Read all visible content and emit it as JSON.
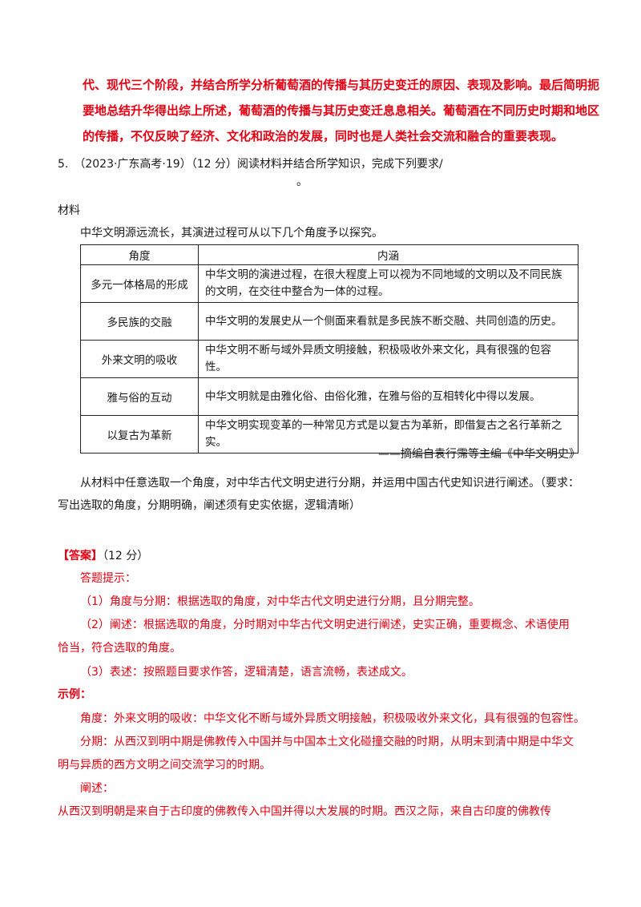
{
  "intro_lines": [
    "代、现代三个阶段，并结合所学分析葡萄酒的传播与其历史变迁的原因、表现及影响。最后简明扼",
    "要地总结升华得出综上所述，葡萄酒的传播与其历史变迁息息相关。葡萄酒在不同历史时期和地区",
    "的传播，不仅反映了经济、文化和政治的发展，同时也是人类社会交流和融合的重要表现。"
  ],
  "question": {
    "line": "5.　（2023·广东高考·19）（12 分）阅读材料并结合所学知识，完成下列要求/",
    "dot": "。"
  },
  "material": {
    "label": "材料",
    "intro": "中华文明源远流长，其演进过程可从以下几个角度予以探究。",
    "table": {
      "headers": [
        "角度",
        "内涵"
      ],
      "rows": [
        {
          "angle": "多元一体格局的形成",
          "content": "中华文明的演进过程，在很大程度上可以视为不同地域的文明以及不同民族的文明，在交往中整合为一体的过程。"
        },
        {
          "angle": "多民族的交融",
          "content": "中华文明的发展史从一个侧面来看就是多民族不断交融、共同创造的历史。"
        },
        {
          "angle": "外来文明的吸收",
          "content": "中华文明不断与域外异质文明接触，积极吸收外来文化，具有很强的包容性。"
        },
        {
          "angle": "雅与俗的互动",
          "content": "中华文明就是由雅化俗、由俗化雅，在雅与俗的互相转化中得以发展。"
        },
        {
          "angle": "以复古为革新",
          "content": "中华文明实现变革的一种常见方式是以复古为革新，即借复古之名行革新之实。"
        }
      ]
    },
    "source": "——摘编自袁行霈等主编《中华文明史》"
  },
  "task": {
    "line1": "从材料中任意选取一个角度，对中华古代文明史进行分期，并运用中国古代史知识进行阐述。（要求：",
    "line2": "写出选取的角度，分期明确，阐述须有史实依据，逻辑清晰）"
  },
  "answer": {
    "label": "【答案】",
    "score": "（12 分）",
    "hint_title": "答题提示：",
    "hints": [
      "（1）角度与分期：根据选取的角度，对中华古代文明史进行分期，且分期完整。",
      "（2）阐述：根据选取的角度，分时期对中华古代文明史进行阐述，史实正确，重要概念、术语使用",
      "恰当，符合选取的角度。",
      "（3）表述：按照题目要求作答，逻辑清楚，语言流畅，表述成文。"
    ],
    "example_title": "示例：",
    "example_lines": [
      "角度：外来文明的吸收：中华文化不断与域外异质文明接触，积极吸收外来文化，具有很强的包容性。",
      "分期：从西汉到明中期是佛教传入中国并与中国本土文化碰撞交融的时期，从明末到清中期是中华文",
      "明与异质的西方文明之间交流学习的时期。",
      "阐述：",
      "从西汉到明朝是来自于古印度的佛教传入中国并得以大发展的时期。西汉之际，来自古印度的佛教传"
    ]
  },
  "colors": {
    "accent_red": "#e60012",
    "text": "#1a1a1a"
  }
}
